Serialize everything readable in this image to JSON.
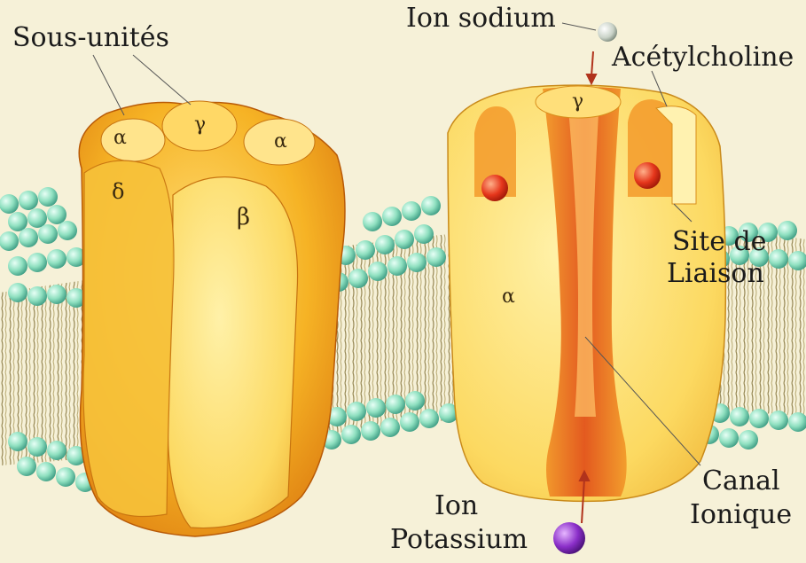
{
  "labels": {
    "sous_unites": "Sous-unités",
    "ion_sodium": "Ion sodium",
    "acetylcholine": "Acétylcholine",
    "site_de": "Site de",
    "liaison": "Liaison",
    "canal": "Canal",
    "ionique": "Ionique",
    "ion": "Ion",
    "potassium": "Potassium"
  },
  "subunits": {
    "left": {
      "alpha_left": "α",
      "gamma": "γ",
      "alpha_right": "α",
      "delta": "δ",
      "beta": "β"
    },
    "right": {
      "gamma": "γ",
      "alpha": "α"
    }
  },
  "colors": {
    "background": "#f6f1d8",
    "protein_orange": "#f3a21a",
    "protein_yellow": "#fbd85a",
    "channel_red": "#e2531b",
    "lipid_head": "#8fe0c0",
    "lipid_tail": "#8a7a44",
    "sodium_ion": "#c9d2c7",
    "potassium_ion": "#8b2fc9",
    "binding_red": "#e5361b"
  }
}
